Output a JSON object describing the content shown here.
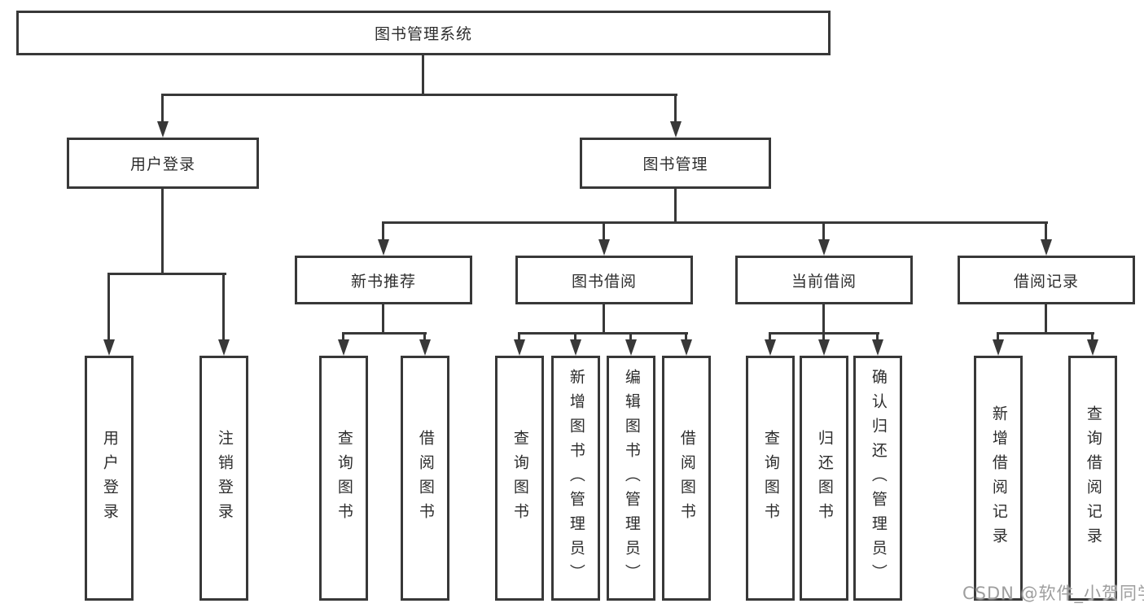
{
  "tree": {
    "root": {
      "label": "图书管理系统",
      "children": [
        {
          "label": "用户登录",
          "children": [
            {
              "label": "用户登录"
            },
            {
              "label": "注销登录"
            }
          ]
        },
        {
          "label": "图书管理",
          "children": [
            {
              "label": "新书推荐",
              "children": [
                {
                  "label": "查询图书"
                },
                {
                  "label": "借阅图书"
                }
              ]
            },
            {
              "label": "图书借阅",
              "children": [
                {
                  "label": "查询图书"
                },
                {
                  "label": "新增图书（管理员）"
                },
                {
                  "label": "编辑图书（管理员）"
                },
                {
                  "label": "借阅图书"
                }
              ]
            },
            {
              "label": "当前借阅",
              "children": [
                {
                  "label": "查询图书"
                },
                {
                  "label": "归还图书"
                },
                {
                  "label": "确认归还（管理员）"
                }
              ]
            },
            {
              "label": "借阅记录",
              "children": [
                {
                  "label": "新增借阅记录"
                },
                {
                  "label": "查询借阅记录"
                }
              ]
            }
          ]
        }
      ]
    }
  },
  "watermark": {
    "text": "CSDN @软件_小贺同学"
  },
  "colors": {
    "line": "#383838",
    "text": "#2d2d2d",
    "watermark": "#9e9e9e",
    "background": "#ffffff"
  }
}
